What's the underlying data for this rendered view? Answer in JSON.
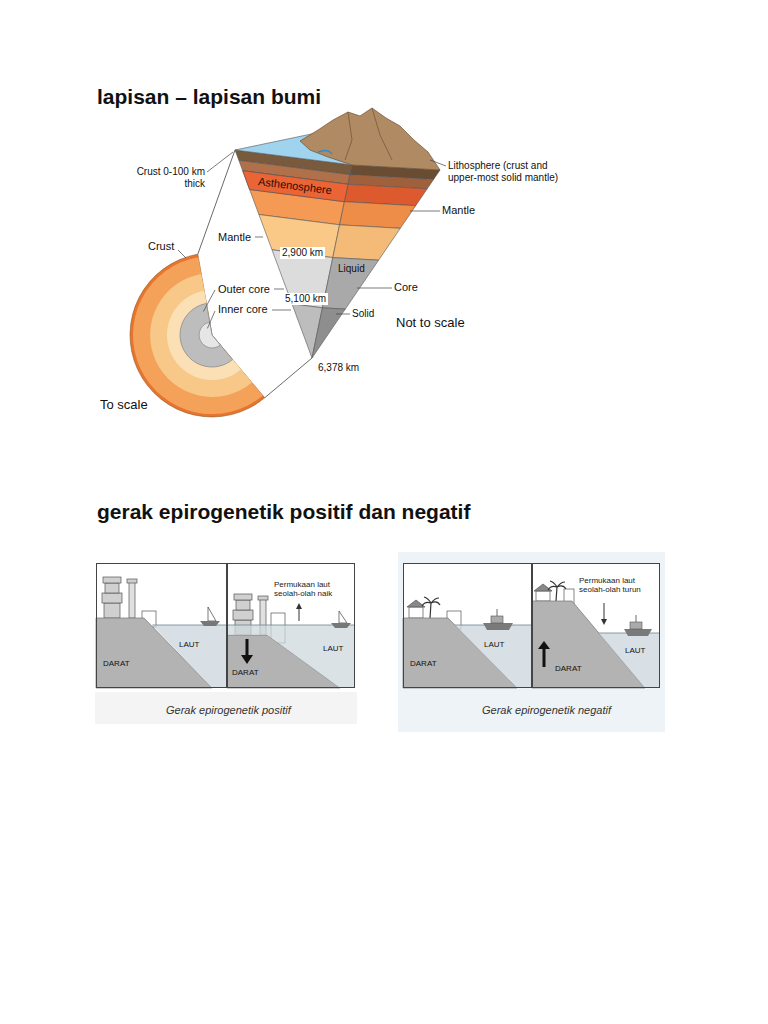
{
  "diagram": {
    "title": "lapisan – lapisan bumi",
    "nodes": [
      {
        "text": [
          "Asthenosphere"
        ]
      },
      {
        "text": [
          "DARAT",
          "LAUT"
        ]
      },
      {
        "text": [
          "Permukaan laut seolah-olah naik",
          "DARAT",
          "LAUT"
        ]
      },
      {
        "text": [
          "DARAT",
          "LAUT"
        ]
      },
      {
        "text": [
          "Permukaan laut seolah-olah turun",
          "DARAT",
          "LAUT"
        ]
      }
    ],
    "labels": [
      "Crust 0-100 km thick",
      "Lithosphere (crust and upper-most solid mantle)",
      "Mantle",
      "Mantle",
      "Crust",
      "2,900 km",
      "Liquid",
      "Core",
      "Outer core",
      "5,100 km",
      "Solid",
      "Not to scale",
      "Inner core",
      "To scale",
      "6,378 km",
      "gerak epirogenetik positif dan negatif",
      "Gerak epirogenetik positif",
      "Gerak epirogenetik negatif"
    ]
  }
}
